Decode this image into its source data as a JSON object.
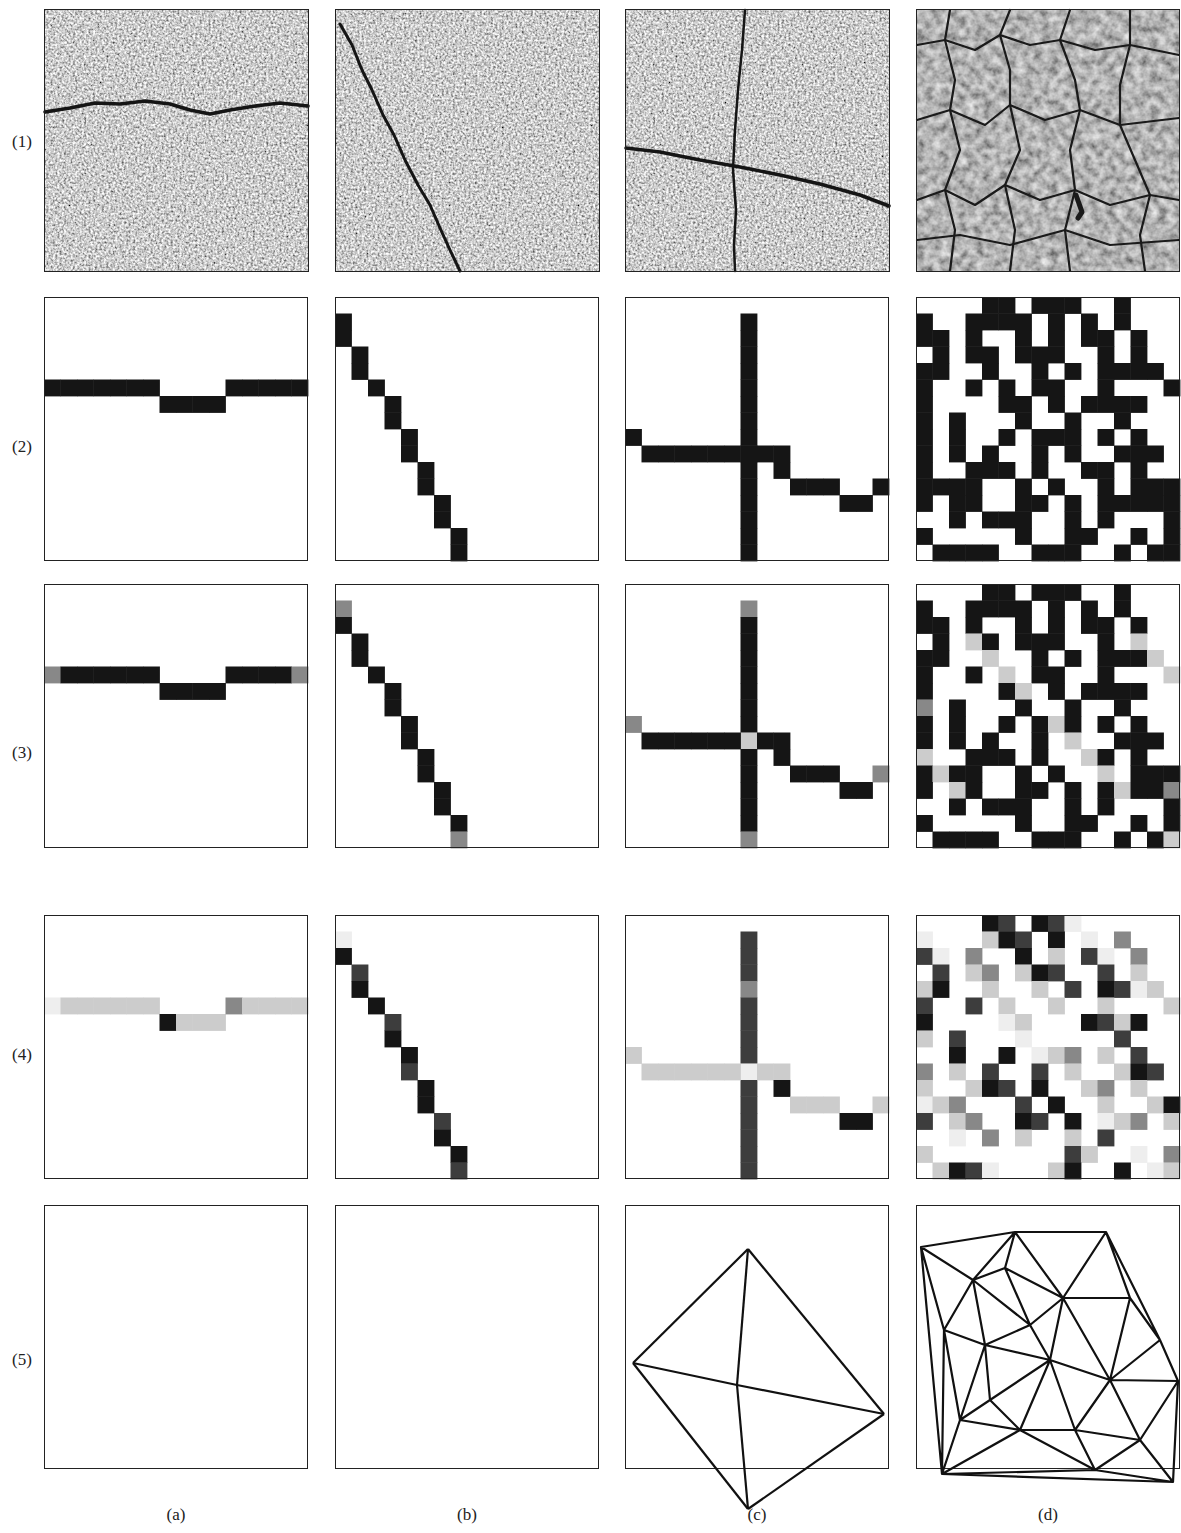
{
  "diagram": {
    "labels": [
      "(1)",
      "(2)",
      "(3)",
      "(4)",
      "(5)",
      "(a)",
      "(b)",
      "(c)",
      "(d)"
    ]
  }
}
